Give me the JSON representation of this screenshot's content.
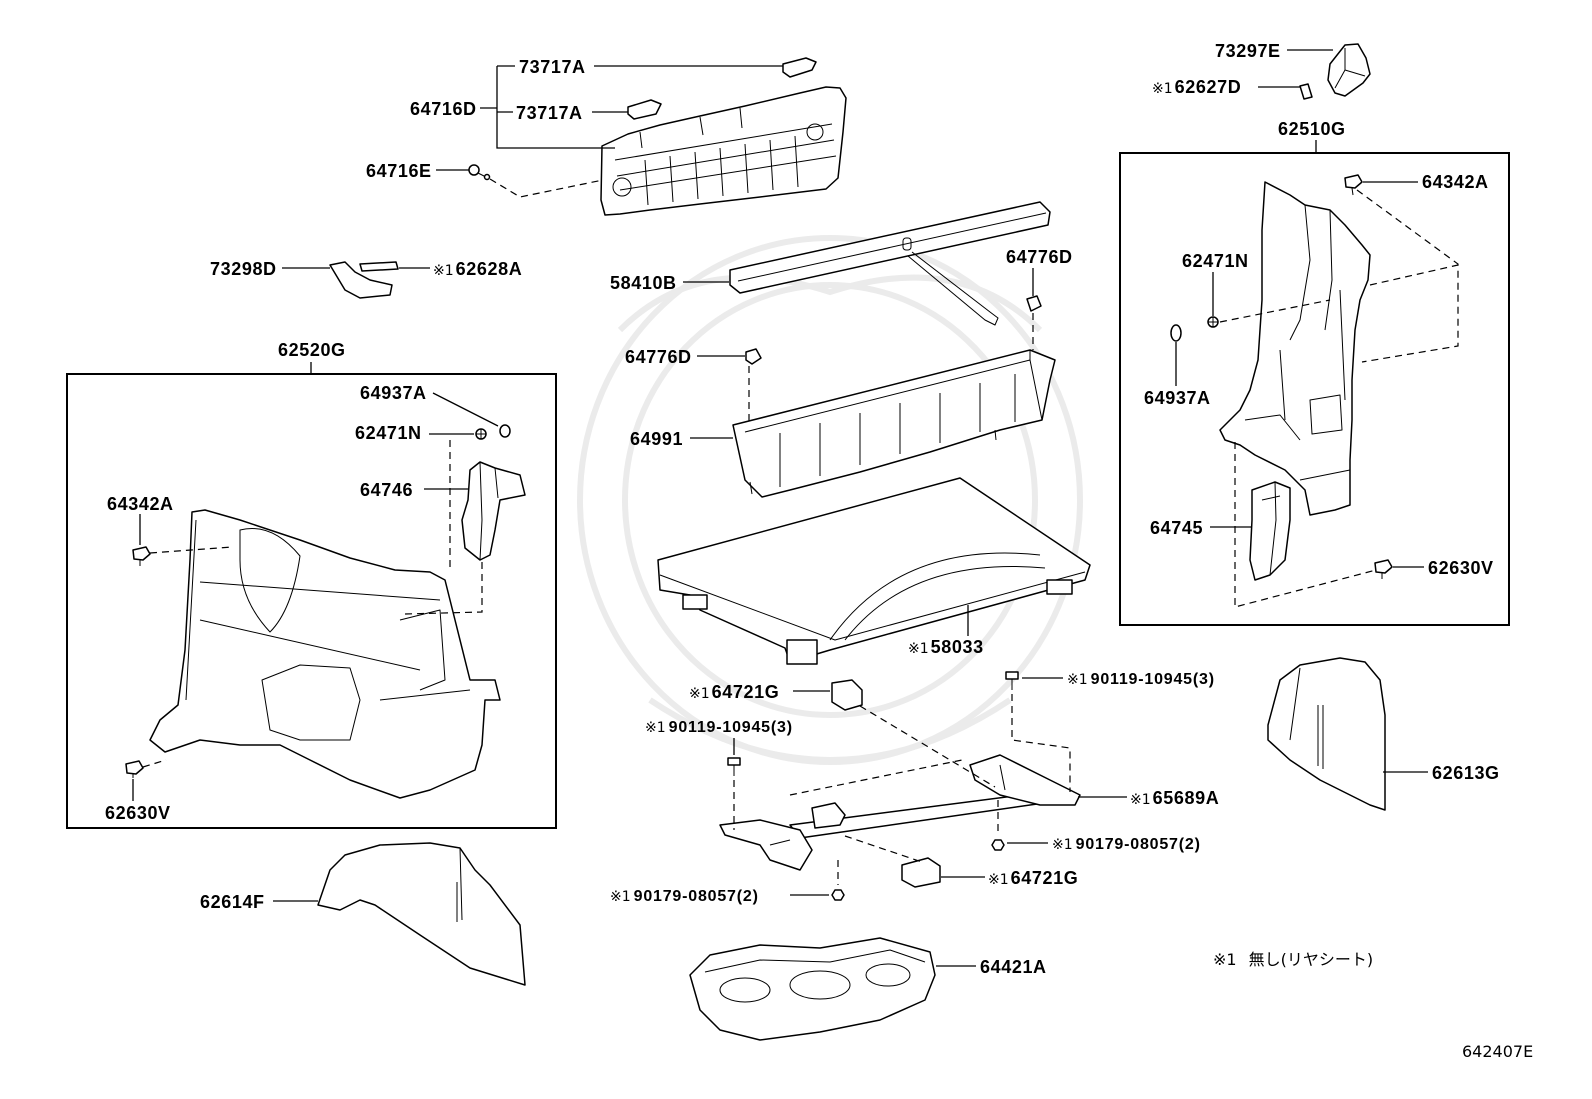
{
  "diagram": {
    "code": "642407E",
    "footnote": {
      "mark": "※1",
      "text": "無し(リヤシート)"
    }
  },
  "callouts": [
    {
      "part": "73717A"
    },
    {
      "part": "64716D"
    },
    {
      "part": "73717A"
    },
    {
      "part": "64716E"
    },
    {
      "part": "73297E"
    },
    {
      "mark": "※1",
      "part": "62627D"
    },
    {
      "part": "62510G"
    },
    {
      "part": "64342A"
    },
    {
      "part": "73298D"
    },
    {
      "mark": "※1",
      "part": "62628A"
    },
    {
      "part": "58410B"
    },
    {
      "part": "64776D"
    },
    {
      "part": "62471N"
    },
    {
      "part": "64776D"
    },
    {
      "part": "62520G"
    },
    {
      "part": "64937A"
    },
    {
      "part": "64937A"
    },
    {
      "part": "62471N"
    },
    {
      "part": "64991"
    },
    {
      "part": "64746"
    },
    {
      "part": "64342A"
    },
    {
      "part": "64745"
    },
    {
      "part": "62630V"
    },
    {
      "mark": "※1",
      "part": "58033"
    },
    {
      "mark": "※1",
      "part": "64721G"
    },
    {
      "mark": "※1",
      "part": "90119-10945(3)"
    },
    {
      "mark": "※1",
      "part": "90119-10945(3)"
    },
    {
      "part": "62613G"
    },
    {
      "mark": "※1",
      "part": "65689A"
    },
    {
      "part": "62630V"
    },
    {
      "mark": "※1",
      "part": "90179-08057(2)"
    },
    {
      "mark": "※1",
      "part": "64721G"
    },
    {
      "mark": "※1",
      "part": "90179-08057(2)"
    },
    {
      "part": "62614F"
    },
    {
      "part": "64421A"
    }
  ]
}
